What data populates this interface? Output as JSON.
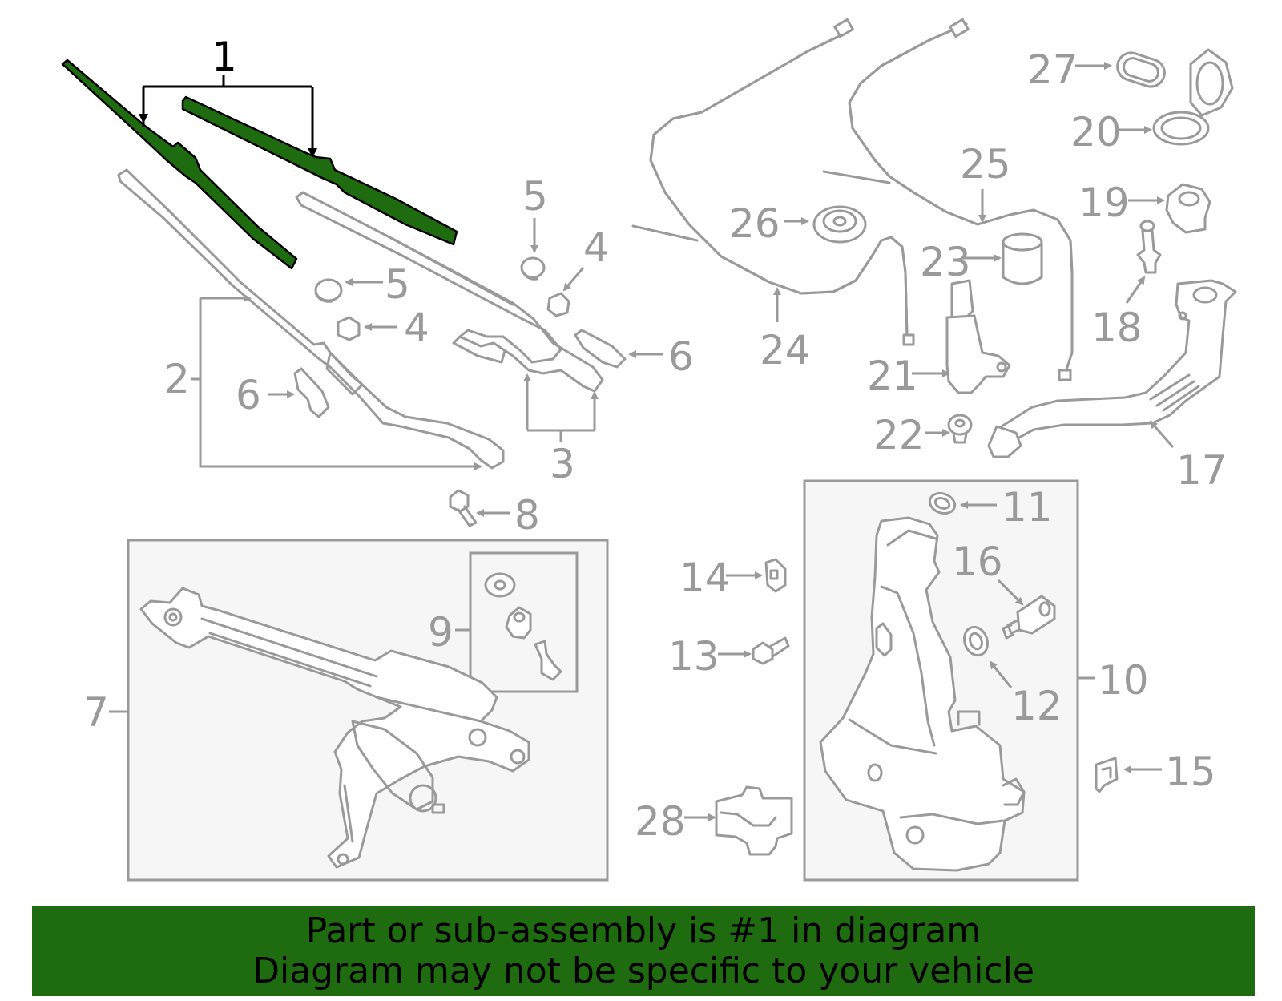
{
  "callouts": {
    "c1": "1",
    "c2": "2",
    "c3": "3",
    "c4a": "4",
    "c4b": "4",
    "c5a": "5",
    "c5b": "5",
    "c6a": "6",
    "c6b": "6",
    "c7": "7",
    "c8": "8",
    "c9": "9",
    "c10": "10",
    "c11": "11",
    "c12": "12",
    "c13": "13",
    "c14": "14",
    "c15": "15",
    "c16": "16",
    "c17": "17",
    "c18": "18",
    "c19": "19",
    "c20": "20",
    "c21": "21",
    "c22": "22",
    "c23": "23",
    "c24": "24",
    "c25": "25",
    "c26": "26",
    "c27": "27",
    "c28": "28"
  },
  "highlight": {
    "part_number": "1",
    "color": "#1e6b10"
  },
  "banner": {
    "line1": "Part or sub-assembly is #1 in diagram",
    "line2": "Diagram may not be specific to your vehicle"
  },
  "colors": {
    "part_outline": "#9a9a9a",
    "highlight_green": "#1e6b10",
    "box_fill": "#f6f6f6"
  }
}
